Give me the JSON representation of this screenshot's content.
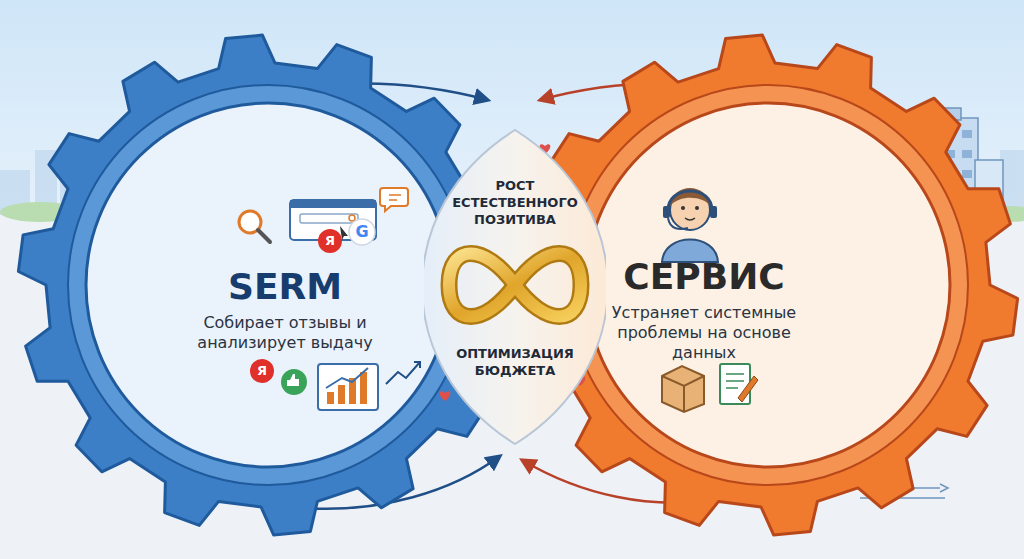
{
  "diagram": {
    "nodes": [
      {
        "text": [
          "SERM",
          "Собирает отзывы и анализирует выдачу"
        ]
      },
      {
        "text": [
          "РОСТ ЕСТЕСТВЕННОГО ПОЗИТИВА",
          "ОПТИМИЗАЦИЯ БЮДЖЕТА"
        ]
      },
      {
        "text": [
          "СЕРВИС",
          "Устраняет системные проблемы на основе данных"
        ]
      }
    ],
    "labels": [
      "Я",
      "G",
      "Я"
    ]
  }
}
